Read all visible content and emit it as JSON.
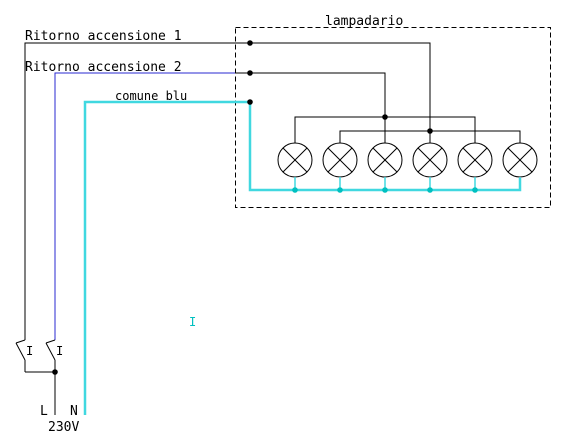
{
  "labels": {
    "chandelier": "lampadario",
    "return1": "Ritorno accensione 1",
    "return2": "Ritorno accensione 2",
    "common": "comune blu",
    "line": "L",
    "neutral": "N",
    "voltage": "230V",
    "switch_mark": "I",
    "stray_mark": "I"
  },
  "colors": {
    "wire_black": "#000000",
    "wire_blue": "#2a2ad0",
    "wire_cyan": "#40d8e0",
    "dot_cyan": "#00c0c0",
    "box_border": "#000000"
  },
  "lamp_count": 6
}
